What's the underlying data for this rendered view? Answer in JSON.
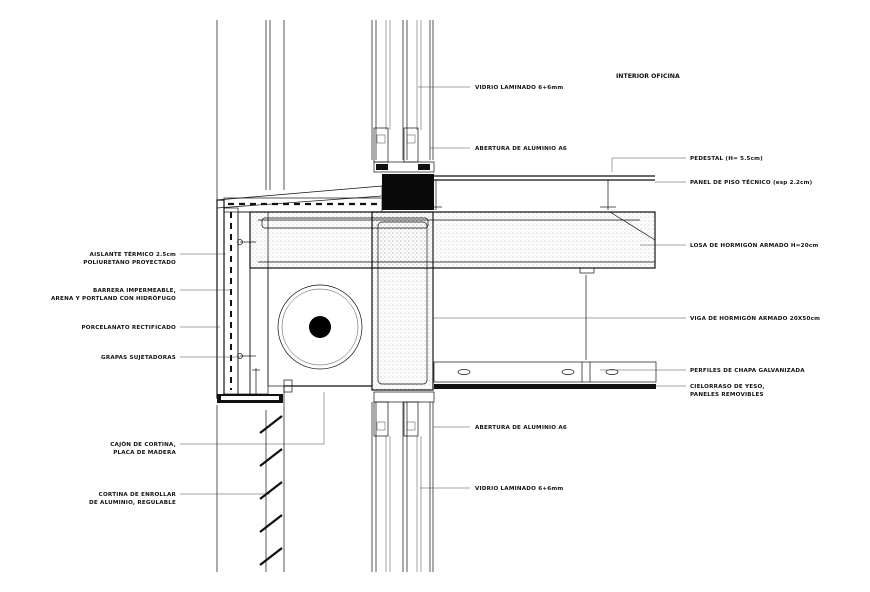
{
  "title": "INTERIOR OFICINA",
  "labels": {
    "vidrio_top": "VIDRIO LAMINADO 6+6mm",
    "abertura_top": "ABERTURA DE ALUMINIO A6",
    "pedestal": "PEDESTAL (H= 5.5cm)",
    "panel_piso": "PANEL DE PISO TÉCNICO (esp 2.2cm)",
    "losa": "LOSA DE HORMIGÓN ARMADO H=20cm",
    "viga": "VIGA DE HORMIGÓN ARMADO 20X50cm",
    "perfiles": "PERFILES DE CHAPA GALVANIZADA",
    "cielorraso_1": "CIELORRASO DE YESO,",
    "cielorraso_2": "PANELES REMOVIBLES",
    "abertura_bottom": "ABERTURA DE ALUMINIO A6",
    "vidrio_bottom": "VIDRIO LAMINADO 6+6mm",
    "aislante_1": "AISLANTE TÉRMICO 2.5cm",
    "aislante_2": "POLIURETANO PROYECTADO",
    "barrera_1": "BARRERA IMPERMEABLE,",
    "barrera_2": "ARENA Y PORTLAND CON HIDRÓFUGO",
    "porcelanato": "PORCELANATO RECTIFICADO",
    "grapas": "GRAPAS SUJETADORAS",
    "cajon_1": "CAJÓN DE CORTINA,",
    "cajon_2": "PLACA DE MADERA",
    "cortina_1": "CORTINA DE ENROLLAR",
    "cortina_2": "DE ALUMINIO, REGULABLE"
  }
}
